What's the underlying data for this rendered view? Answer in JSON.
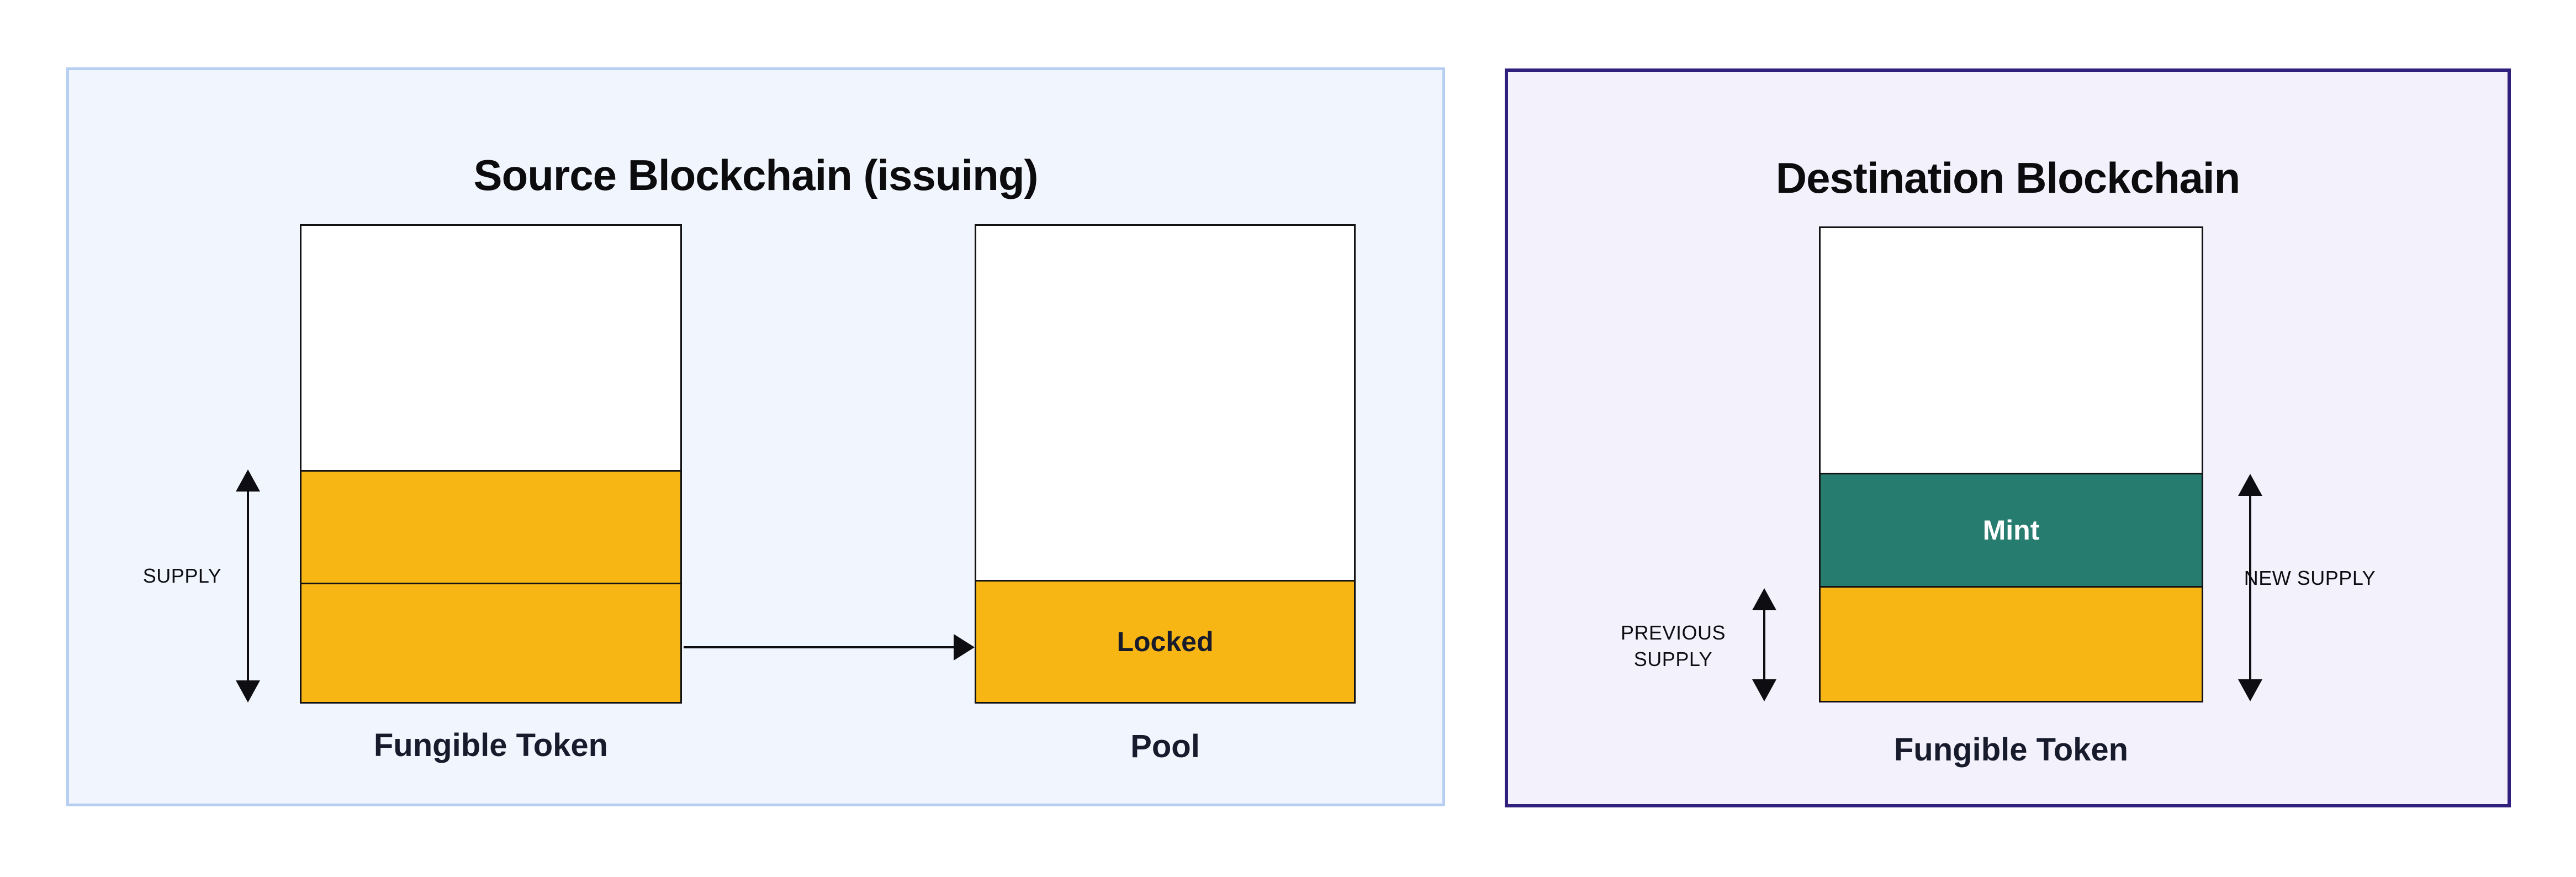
{
  "source_panel": {
    "title": "Source Blockchain (issuing)",
    "fungible_token_label": "Fungible Token",
    "supply_label": "SUPPLY",
    "locked_label": "Locked",
    "pool_label": "Pool"
  },
  "destination_panel": {
    "title": "Destination Blockchain",
    "fungible_token_label": "Fungible Token",
    "mint_label": "Mint",
    "previous_supply_label": "PREVIOUS SUPPLY",
    "new_supply_label": "NEW SUPPLY"
  },
  "colors": {
    "page_background": "#FFFFFF",
    "source_panel_background": "#F1F5FD",
    "source_panel_border": "#B7CEF3",
    "destination_panel_background": "#F3F1FB",
    "destination_panel_border": "#301F7D",
    "token_yellow": "#F7B614",
    "mint_teal": "#267C6F",
    "box_border": "#131316",
    "title_text": "#0C0C0E",
    "label_text": "#171B2C",
    "annotation_text": "#0E0E12",
    "arrow_color": "#0E0E12"
  }
}
